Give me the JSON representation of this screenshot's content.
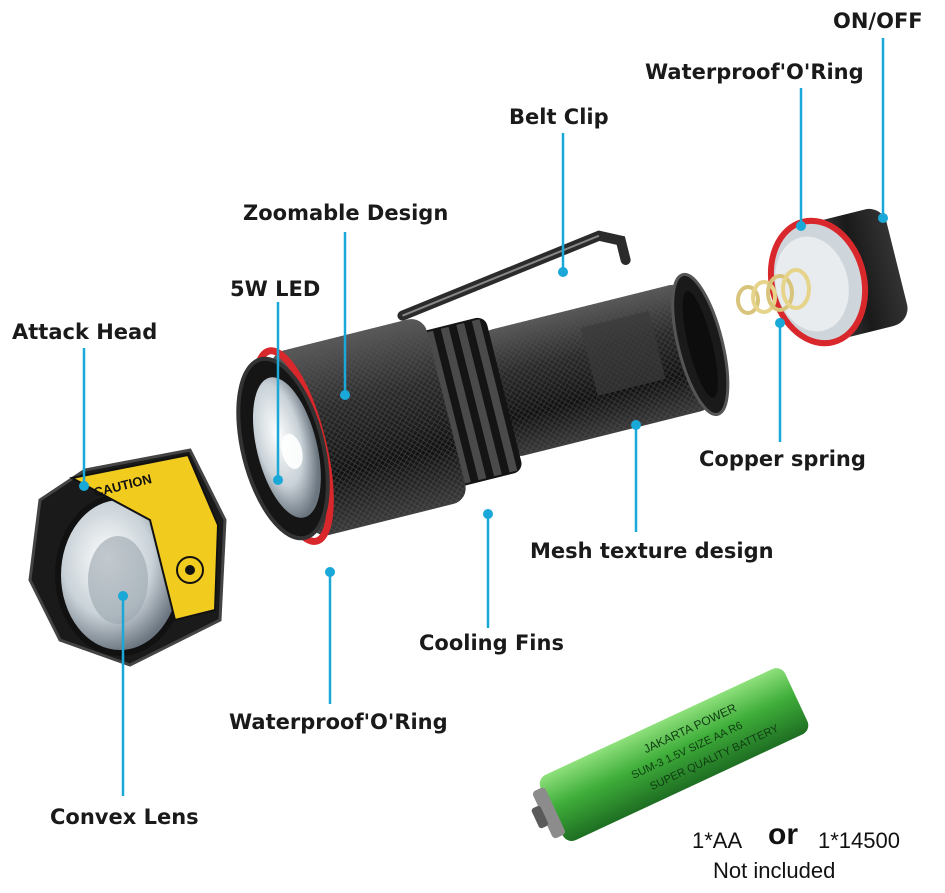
{
  "labels": {
    "on_off": "ON/OFF",
    "waterproof_oring_top": "Waterproof'O'Ring",
    "belt_clip": "Belt Clip",
    "zoomable_design": "Zoomable Design",
    "led": "5W LED",
    "attack_head": "Attack Head",
    "copper_spring": "Copper spring",
    "mesh_texture": "Mesh texture design",
    "cooling_fins": "Cooling Fins",
    "waterproof_oring_bottom": "Waterproof'O'Ring",
    "convex_lens": "Convex Lens"
  },
  "battery": {
    "aa": "1*AA",
    "or": "or",
    "li": "1*14500",
    "note": "Not included",
    "brand_print": "JAKARTA POWER",
    "spec_print": "SUM-3 1.5V SIZE AA R6",
    "quality_print": "SUPER QUALITY BATTERY"
  },
  "sticker": {
    "caution": "CAUTION"
  },
  "colors": {
    "leader_line": "#19a8d8",
    "oring_red": "#d8282c",
    "battery_green": "#3fae3a",
    "sticker_yellow": "#f2cb1f",
    "body_black": "#1c1c1c"
  }
}
